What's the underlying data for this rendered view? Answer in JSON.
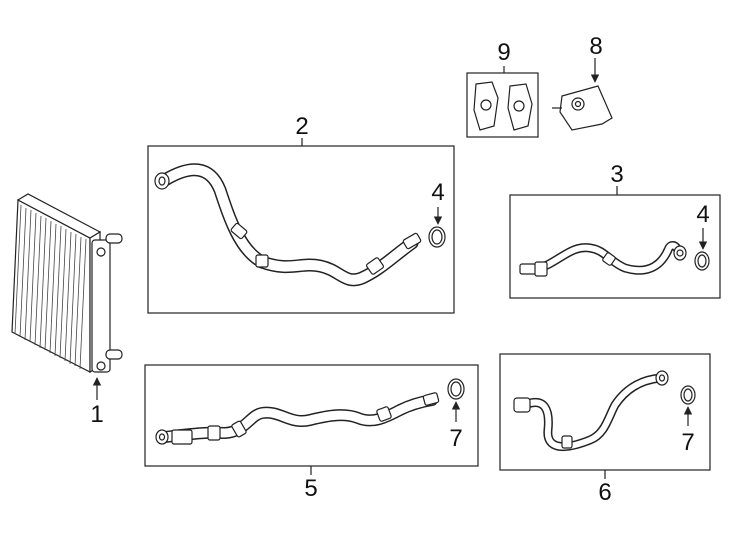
{
  "diagram": {
    "callouts": {
      "c1": "1",
      "c2": "2",
      "c3": "3",
      "c4a": "4",
      "c4b": "4",
      "c5": "5",
      "c6": "6",
      "c7a": "7",
      "c7b": "7",
      "c8": "8",
      "c9": "9"
    }
  }
}
